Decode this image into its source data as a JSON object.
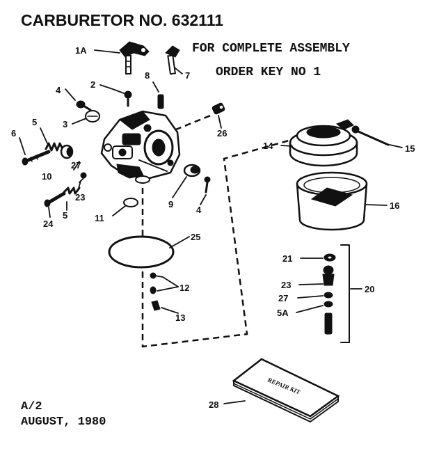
{
  "header": {
    "title": "CARBURETOR NO. 632111",
    "note_line_1": "FOR COMPLETE ASSEMBLY",
    "note_line_2": "ORDER KEY NO 1"
  },
  "footer": {
    "revision": "A/2",
    "date": "AUGUST, 1980"
  },
  "callouts": {
    "c1a": "1A",
    "c2": "2",
    "c3": "3",
    "c4a": "4",
    "c4b": "4",
    "c5": "5",
    "c5b": "5",
    "c5a": "5A",
    "c6": "6",
    "c7": "7",
    "c8": "8",
    "c9": "9",
    "c10": "10",
    "c11": "11",
    "c12": "12",
    "c13": "13",
    "c14": "14",
    "c15": "15",
    "c16": "16",
    "c20": "20",
    "c21": "21",
    "c23a": "23",
    "c23b": "23",
    "c24": "24",
    "c25": "25",
    "c26": "26",
    "c27a": "27",
    "c27b": "27",
    "c28": "28"
  },
  "booklet": {
    "cover_text": "REPAIR KIT"
  },
  "colors": {
    "ink": "#111111",
    "paper": "#ffffff"
  }
}
